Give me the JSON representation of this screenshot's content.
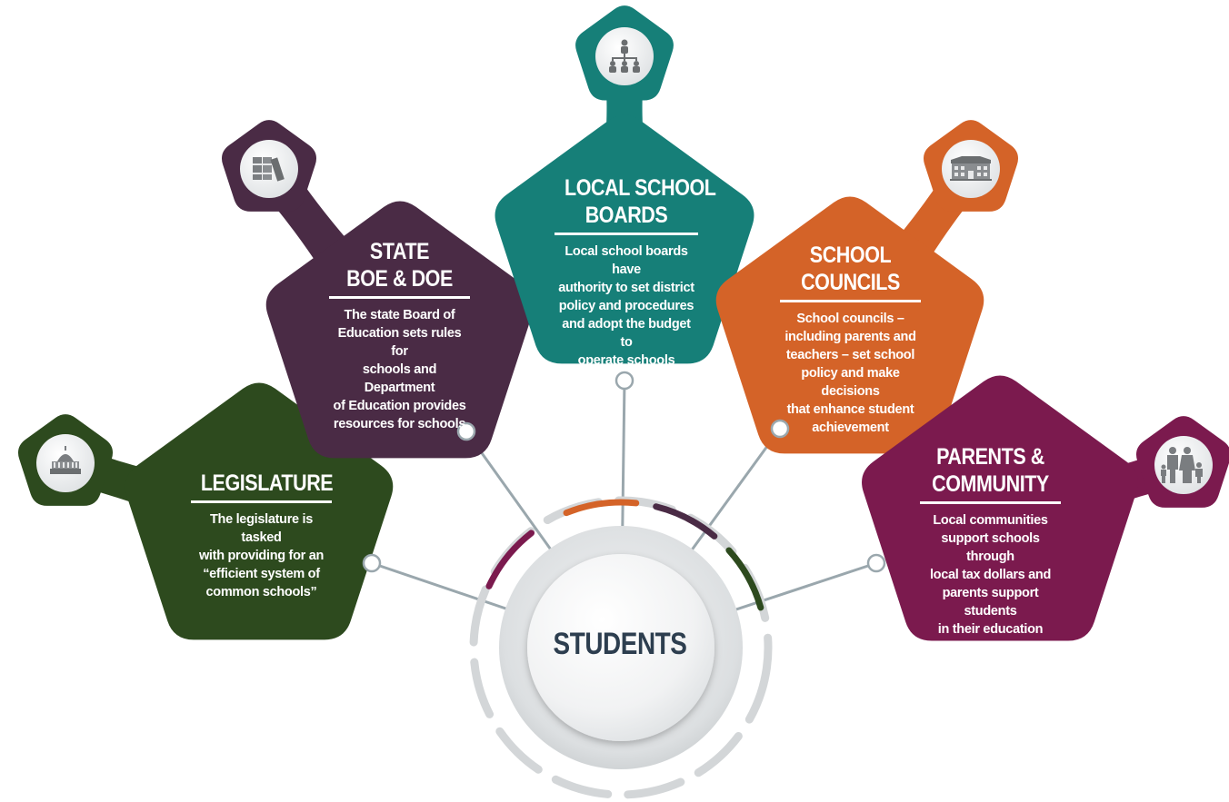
{
  "center": {
    "label": "STUDENTS"
  },
  "colors": {
    "legislature": "#2d4a1e",
    "state": "#4a2b45",
    "local": "#167f78",
    "councils": "#d46328",
    "parents": "#7b1a4e",
    "connector": "#9aa7ad",
    "ring_gray": "#d3d6d8"
  },
  "nodes": [
    {
      "id": "legislature",
      "icon": "capitol-building-icon",
      "title_lines": [
        "LEGISLATURE"
      ],
      "desc_lines": [
        "The legislature is tasked",
        "with providing for an",
        "“efficient system of",
        "common schools”"
      ]
    },
    {
      "id": "state",
      "icon": "books-icon",
      "title_lines": [
        "STATE",
        "BOE & DOE"
      ],
      "desc_lines": [
        "The state Board of",
        "Education sets rules for",
        "schools and Department",
        "of Education provides",
        "resources for schools"
      ]
    },
    {
      "id": "local",
      "icon": "org-chart-icon",
      "title_lines": [
        "LOCAL SCHOOL",
        "BOARDS"
      ],
      "desc_lines": [
        "Local school boards have",
        "authority to set district",
        "policy and procedures",
        "and adopt the budget to",
        "operate schools"
      ]
    },
    {
      "id": "councils",
      "icon": "school-building-icon",
      "title_lines": [
        "SCHOOL",
        "COUNCILS"
      ],
      "desc_lines": [
        "School councils –",
        "including parents and",
        "teachers – set school",
        "policy and make decisions",
        "that enhance student",
        "achievement"
      ]
    },
    {
      "id": "parents",
      "icon": "family-icon",
      "title_lines": [
        "PARENTS &",
        "COMMUNITY"
      ],
      "desc_lines": [
        "Local communities",
        "support schools through",
        "local tax dollars and",
        "parents support students",
        "in their education"
      ]
    }
  ]
}
